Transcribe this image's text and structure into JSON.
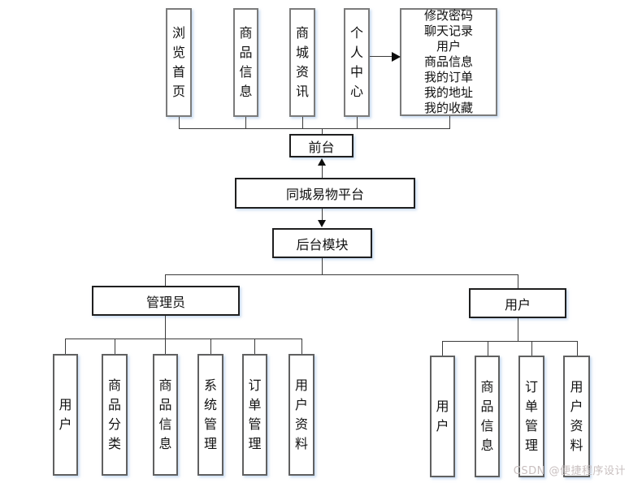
{
  "diagram": {
    "platform": "同城易物平台",
    "front": {
      "label": "前台",
      "modules": [
        "浏览首页",
        "商品信息",
        "商城资讯",
        "个人中心"
      ],
      "personal_center_items": [
        "修改密码",
        "聊天记录",
        "用户",
        "商品信息",
        "我的订单",
        "我的地址",
        "我的收藏"
      ]
    },
    "backend": {
      "label": "后台模块",
      "admin": {
        "label": "管理员",
        "modules": [
          "用户",
          "商品分类",
          "商品信息",
          "系统管理",
          "订单管理",
          "用户资料"
        ]
      },
      "user": {
        "label": "用户",
        "modules": [
          "用户",
          "商品信息",
          "订单管理",
          "用户资料"
        ]
      }
    }
  },
  "watermark": "CSDN @便捷程序设计",
  "colors": {
    "top_box_border": "#7b7b7b",
    "flow_box_border": "#1f1f1f",
    "sub_box_border": "#606060",
    "connector": "#3b3b3b",
    "arrow": "#0d0d0d",
    "shadow_tint": "#a5c4e9",
    "watermark_text": "#c9c0c0"
  }
}
